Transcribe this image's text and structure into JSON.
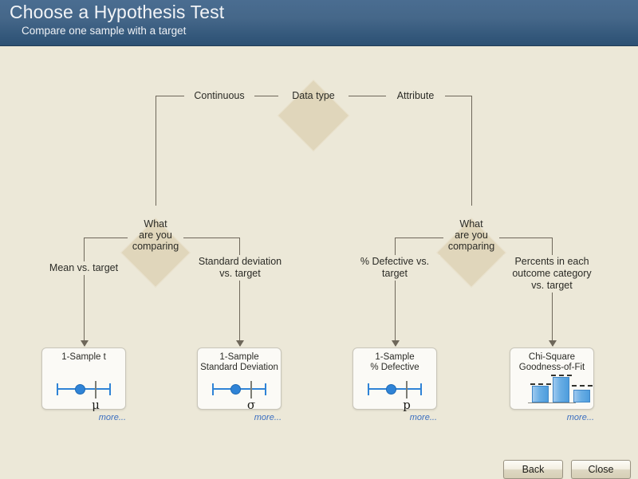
{
  "header": {
    "title": "Choose a Hypothesis Test",
    "subtitle": "Compare one sample with a target",
    "gradient_top": "#4a6d91",
    "gradient_bottom": "#2c5073"
  },
  "theme": {
    "background": "#ece8d8",
    "diamond_fill": "#e0d6bb",
    "line_color": "#6e675a",
    "accent_blue": "#2f83d6",
    "link_blue": "#3c6fc0",
    "card_background": "#fbfaf6"
  },
  "flowchart": {
    "root": {
      "label": "Data type"
    },
    "decisions": [
      {
        "id": "left",
        "label": "What\nare you\ncomparing"
      },
      {
        "id": "right",
        "label": "What\nare you\ncomparing"
      }
    ],
    "edges": [
      {
        "id": "continuous",
        "label": "Continuous"
      },
      {
        "id": "attribute",
        "label": "Attribute"
      },
      {
        "id": "mean",
        "label": "Mean vs. target"
      },
      {
        "id": "stdev",
        "label": "Standard deviation\nvs. target"
      },
      {
        "id": "defective",
        "label": "% Defective vs.\ntarget"
      },
      {
        "id": "percents",
        "label": "Percents in each\noutcome category\nvs. target"
      }
    ],
    "results": [
      {
        "title": "1-Sample t",
        "symbol": "μ",
        "graphic": "confidence-interval",
        "more_label": "more..."
      },
      {
        "title": "1-Sample\nStandard Deviation",
        "symbol": "σ",
        "graphic": "confidence-interval",
        "more_label": "more..."
      },
      {
        "title": "1-Sample\n% Defective",
        "symbol": "p",
        "graphic": "confidence-interval",
        "more_label": "more..."
      },
      {
        "title": "Chi-Square\nGoodness-of-Fit",
        "symbol": "",
        "graphic": "bar-chart",
        "more_label": "more..."
      }
    ]
  },
  "footer": {
    "back_label": "Back",
    "close_label": "Close"
  }
}
